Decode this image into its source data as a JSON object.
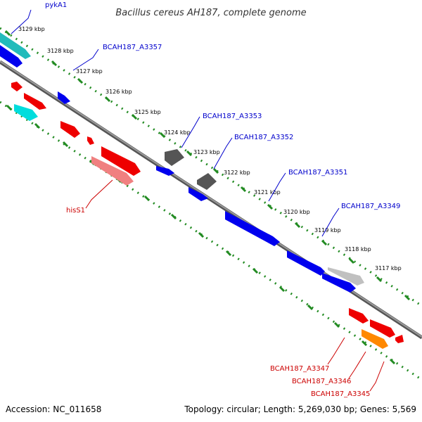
{
  "title": "Bacillus cereus AH187, complete genome",
  "footer": {
    "accession": "Accession: NC_011658",
    "topology": "Topology: circular; Length: 5,269,030 bp; Genes: 5,569"
  },
  "ticks": [
    "3129 kbp",
    "3128 kbp",
    "3127 kbp",
    "3126 kbp",
    "3125 kbp",
    "3124 kbp",
    "3123 kbp",
    "3122 kbp",
    "3121 kbp",
    "3120 kbp",
    "3119 kbp",
    "3118 kbp",
    "3117 kbp"
  ],
  "gene_labels": {
    "pykA1": "pykA1",
    "a3357": "BCAH187_A3357",
    "a3353": "BCAH187_A3353",
    "a3352": "BCAH187_A3352",
    "a3351": "BCAH187_A3351",
    "a3349": "BCAH187_A3349",
    "hisS1": "hisS1",
    "a3347": "BCAH187_A3347",
    "a3346": "BCAH187_A3346",
    "a3345": "BCAH187_A3345"
  },
  "colors": {
    "forward": "#0000ff",
    "reverse": "#ff0000",
    "cyan": "#00dddd",
    "teal": "#22bbbb",
    "pink": "#f08080",
    "dark_gray": "#555555",
    "light_gray": "#c0c0c0",
    "orange": "#ff8800",
    "dots": "#228b22",
    "backbone": "#777777"
  }
}
